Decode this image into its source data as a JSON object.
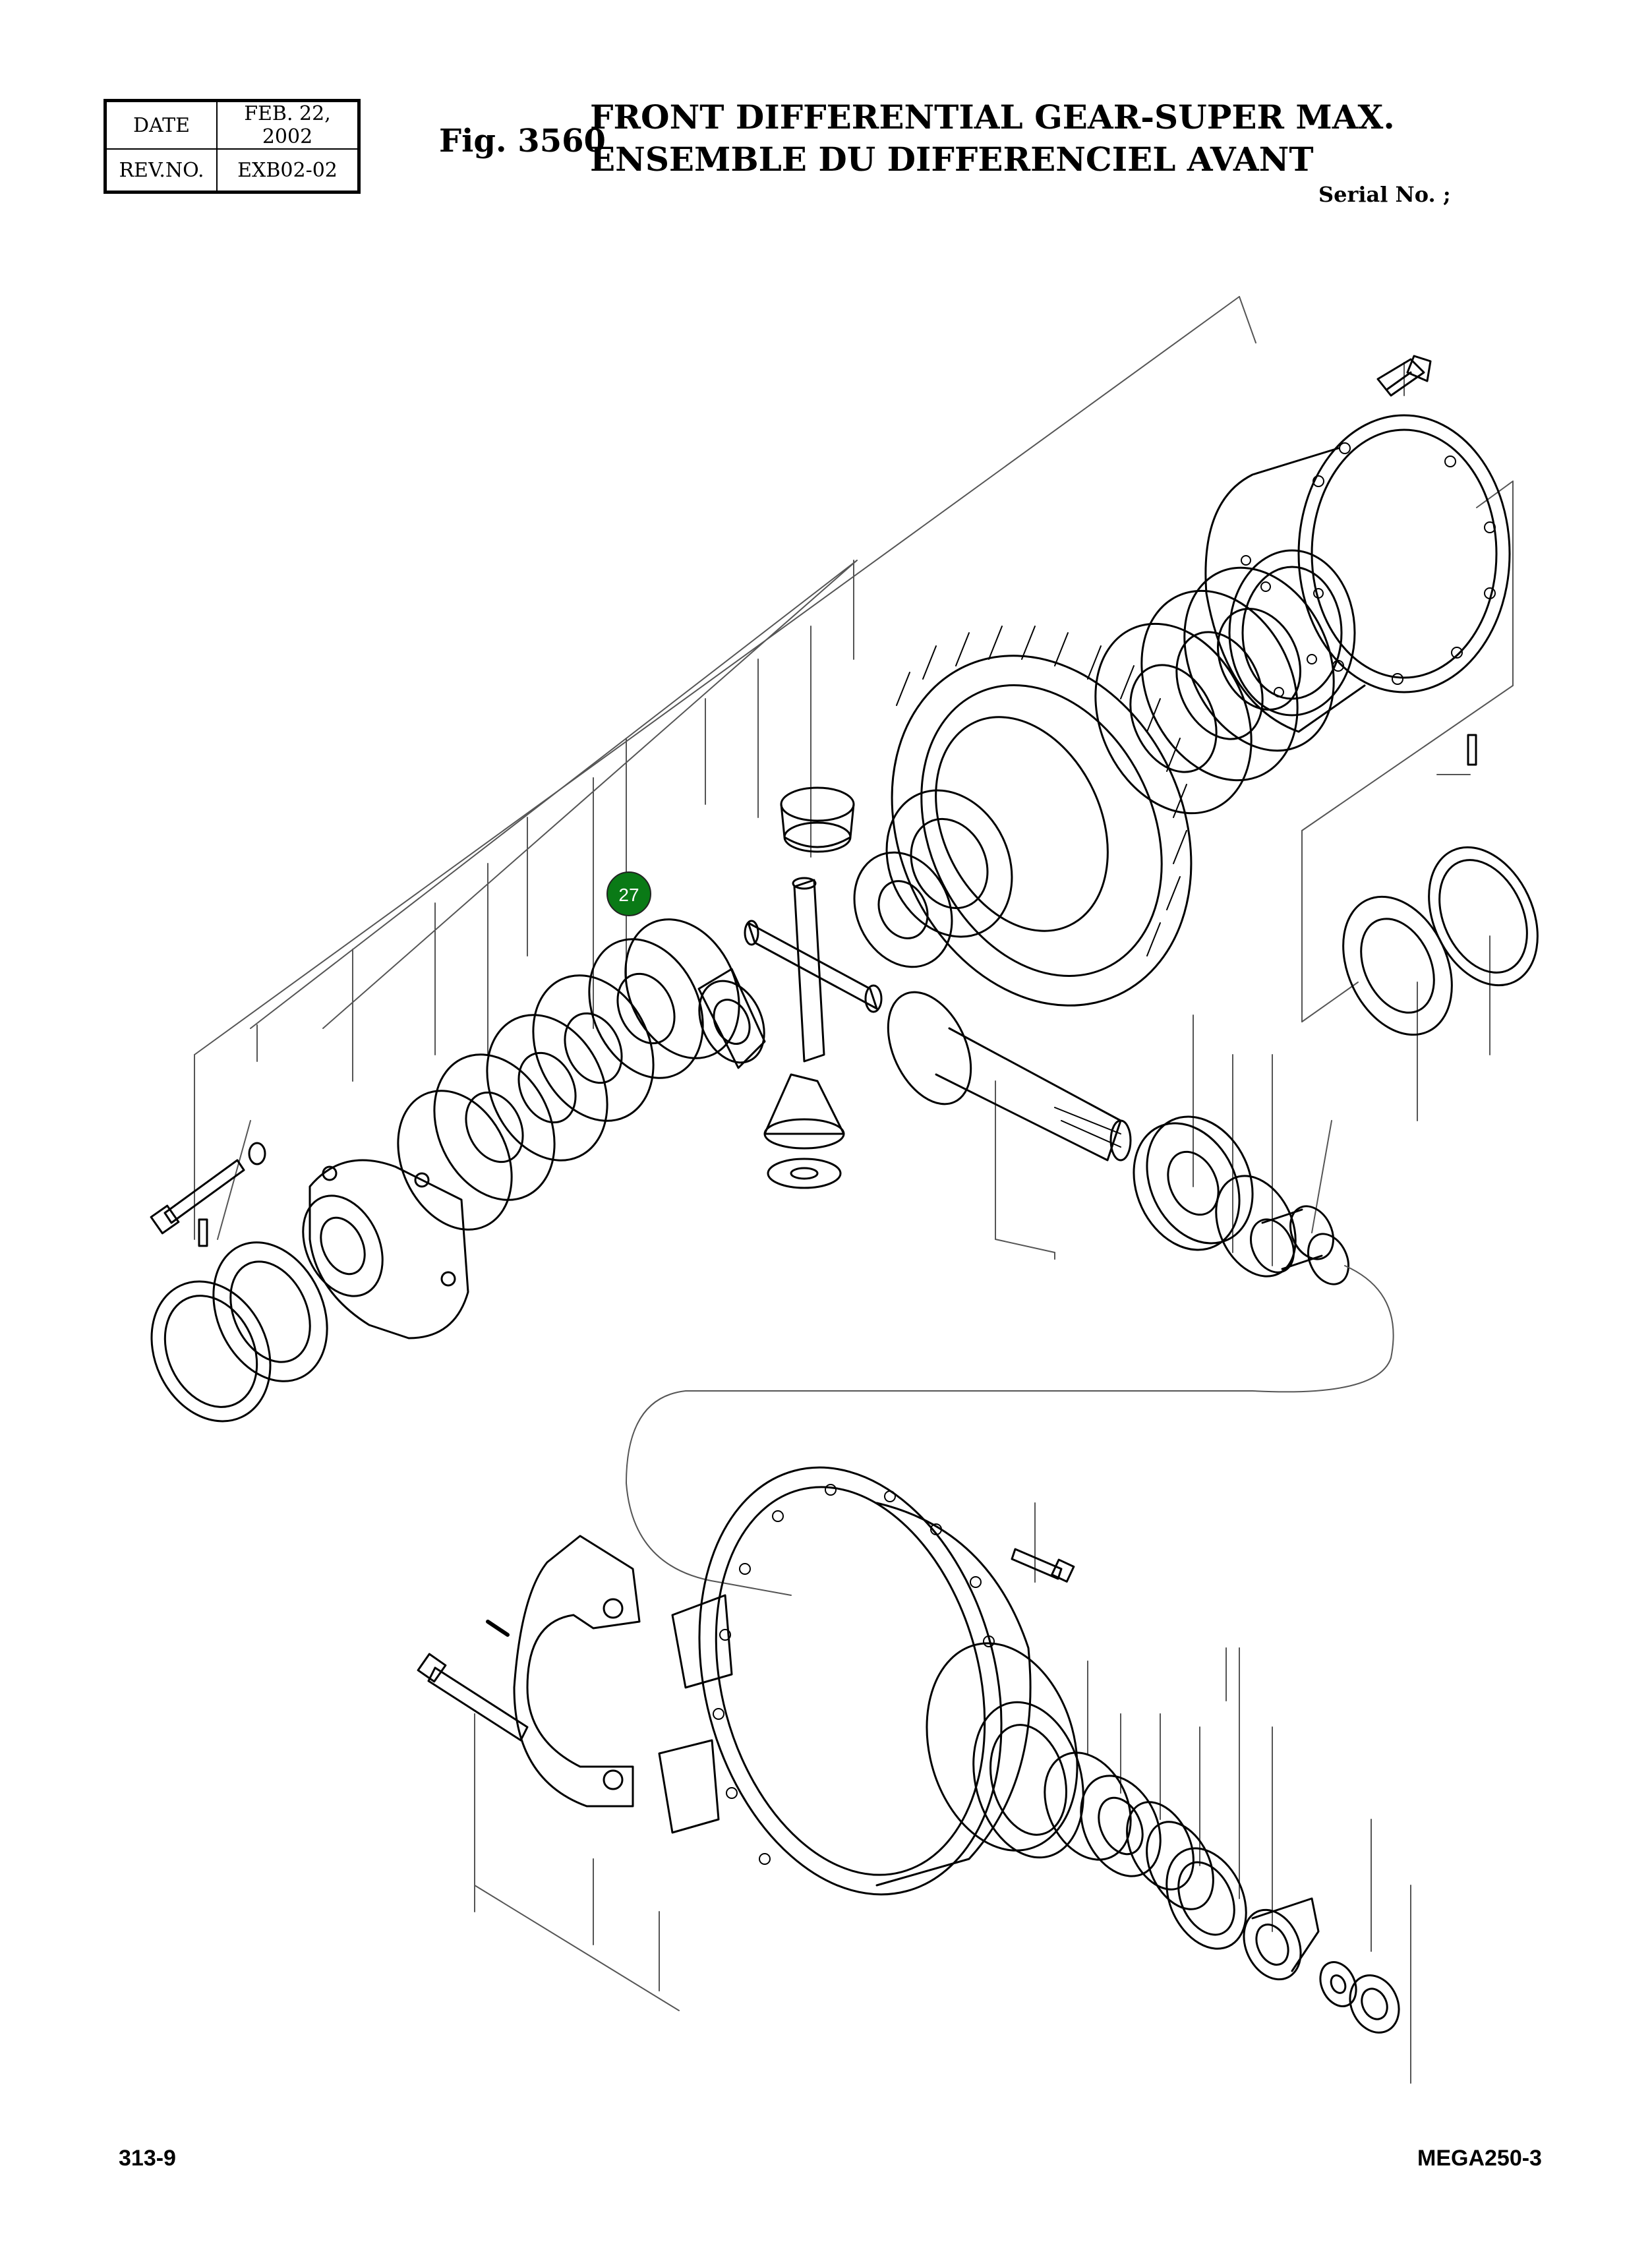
{
  "header": {
    "date_label": "DATE",
    "date_value": "FEB. 22, 2002",
    "rev_label": "REV.NO.",
    "rev_value": "EXB02-02"
  },
  "figure": {
    "number": "Fig. 3560",
    "title_en": "FRONT DIFFERENTIAL GEAR-SUPER MAX.",
    "title_fr": "ENSEMBLE DU DIFFERENCIEL AVANT",
    "serial": "Serial No. ;"
  },
  "callout": {
    "label": "27",
    "color": "#0a7a16"
  },
  "colors": {
    "line": "#000000",
    "leader": "#555555",
    "background": "#ffffff"
  },
  "footer": {
    "page": "313-9",
    "model": "MEGA250-3"
  }
}
